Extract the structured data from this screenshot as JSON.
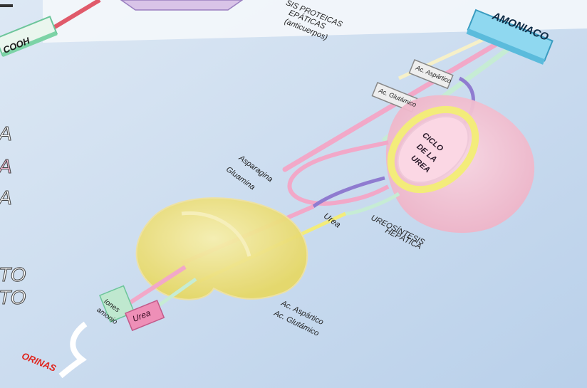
{
  "labels": {
    "cooh": "COOH",
    "proteins_line1": "SIS PROTEICAS",
    "proteins_line2": "EPÁTICAS",
    "proteins_line3": "(anticuerpos)",
    "ammonia": "AMONIACO",
    "ac_aspartico_box": "Ac. Aspártico",
    "ac_glutamico_box": "Ac. Glutámico",
    "cycle_line1": "CICLO",
    "cycle_line2": "DE LA",
    "cycle_line3": "UREA",
    "asparagina": "Asparagina",
    "gluamina": "Gluamina",
    "urea_mid": "Urea",
    "ureosintesis_line1": "UREOSÍNTESIS",
    "ureosintesis_line2": "HEPÁTICA",
    "ac_aspartico_kidney": "Ac. Aspártico",
    "ac_glutamico_kidney": "Ac. Glutámico",
    "iones_line1": "Iones",
    "iones_line2": "amonio",
    "urea_box": "Urea",
    "orinas": "ORINAS"
  },
  "left_edge_fragments": [
    "A",
    "A",
    "A",
    "TO",
    "TO"
  ],
  "colors": {
    "background": "#c9dcef",
    "ammonia_box": "#8fd8f0",
    "pink_tube": "#f2a8c8",
    "green_tube": "#b9e8c8",
    "liver": "#f4c4d4",
    "cycle_ring": "#f3ec7a",
    "kidney": "#eee27a",
    "urea_box": "#ee8fb7",
    "iones_box": "#bfe8cf",
    "orinas_text": "#e0241c",
    "magenta_fragment": "#d0337a"
  }
}
